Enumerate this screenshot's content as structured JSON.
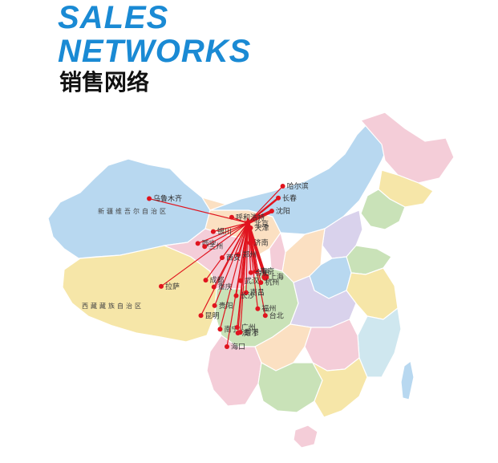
{
  "title": {
    "line1": "SALES",
    "line2": "NETWORKS",
    "line3": "销售网络",
    "color": "#1a8ad4"
  },
  "hub": "北京",
  "route_color": "#e0141e",
  "cities": [
    {
      "name": "乌鲁木齐",
      "lon": 87.6,
      "lat": 43.8
    },
    {
      "name": "哈尔滨",
      "lon": 126.6,
      "lat": 45.8
    },
    {
      "name": "长春",
      "lon": 125.3,
      "lat": 43.9
    },
    {
      "name": "沈阳",
      "lon": 123.4,
      "lat": 41.8
    },
    {
      "name": "呼和浩特",
      "lon": 111.7,
      "lat": 40.8
    },
    {
      "name": "天津",
      "lon": 117.2,
      "lat": 39.1
    },
    {
      "name": "银川",
      "lon": 106.3,
      "lat": 38.5
    },
    {
      "name": "西宁",
      "lon": 101.8,
      "lat": 36.6
    },
    {
      "name": "兰州",
      "lon": 103.8,
      "lat": 36.1
    },
    {
      "name": "济南",
      "lon": 117.0,
      "lat": 36.7
    },
    {
      "name": "郑州",
      "lon": 113.6,
      "lat": 34.8
    },
    {
      "name": "西安",
      "lon": 108.9,
      "lat": 34.3
    },
    {
      "name": "上海",
      "lon": 121.5,
      "lat": 31.2
    },
    {
      "name": "南京",
      "lon": 118.8,
      "lat": 32.1
    },
    {
      "name": "合肥",
      "lon": 117.3,
      "lat": 31.9
    },
    {
      "name": "杭州",
      "lon": 120.2,
      "lat": 30.3
    },
    {
      "name": "武汉",
      "lon": 114.3,
      "lat": 30.6
    },
    {
      "name": "成都",
      "lon": 104.1,
      "lat": 30.7
    },
    {
      "name": "重庆",
      "lon": 106.5,
      "lat": 29.6
    },
    {
      "name": "拉萨",
      "lon": 91.1,
      "lat": 29.7
    },
    {
      "name": "南昌",
      "lon": 115.9,
      "lat": 28.7
    },
    {
      "name": "长沙",
      "lon": 113.0,
      "lat": 28.2
    },
    {
      "name": "贵阳",
      "lon": 106.7,
      "lat": 26.6
    },
    {
      "name": "福州",
      "lon": 119.3,
      "lat": 26.1
    },
    {
      "name": "台北",
      "lon": 121.5,
      "lat": 25.0
    },
    {
      "name": "昆明",
      "lon": 102.7,
      "lat": 25.0
    },
    {
      "name": "南宁",
      "lon": 108.3,
      "lat": 22.8
    },
    {
      "name": "广州",
      "lon": 113.3,
      "lat": 23.1
    },
    {
      "name": "香港",
      "lon": 114.2,
      "lat": 22.3
    },
    {
      "name": "澳门",
      "lon": 113.5,
      "lat": 22.2
    },
    {
      "name": "海口",
      "lon": 110.3,
      "lat": 20.0
    }
  ],
  "hub_coord": {
    "lon": 116.4,
    "lat": 39.9
  },
  "regions": [
    {
      "name": "新疆维吾尔自治区"
    },
    {
      "name": "西藏藏族自治区"
    }
  ],
  "province_colors": [
    "#b8d8f0",
    "#f6e6a8",
    "#f4cdd8",
    "#c9e2b8",
    "#d9d2ec",
    "#fbe0c2",
    "#cfe7ef"
  ]
}
